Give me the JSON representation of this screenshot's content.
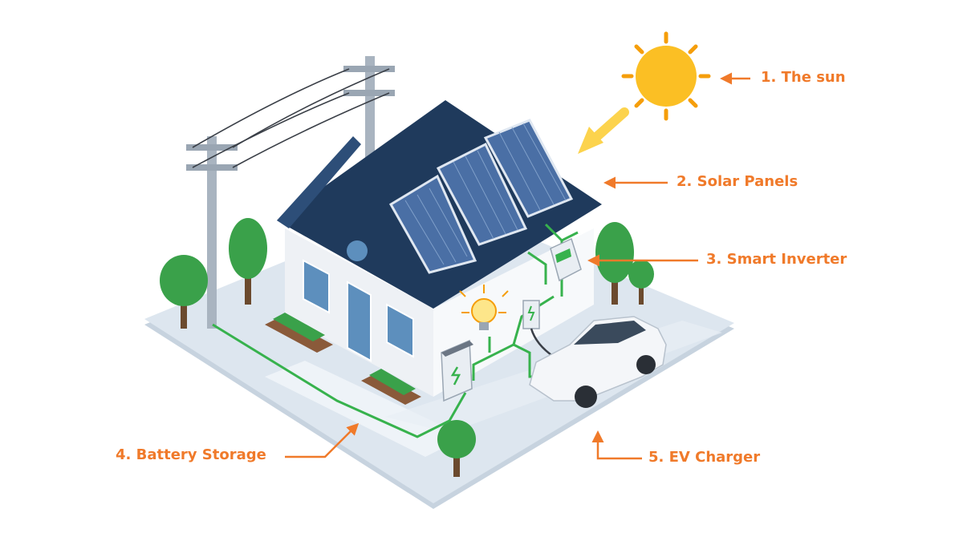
{
  "labels": {
    "sun": "1. The sun",
    "solar_panels": "2. Solar Panels",
    "smart_inverter": "3. Smart Inverter",
    "battery_storage": "4. Battery Storage",
    "ev_charger": "5. EV Charger"
  },
  "colors": {
    "callout": "#f07a2a",
    "wire": "#37b24d",
    "roof": "#1f3a5c",
    "panel": "#4a6fa5",
    "wall": "#f4f6f9",
    "ground": "#dbe4ee",
    "sun": "#fbbf24",
    "tree": "#3aa14a"
  },
  "icons": [
    "sun-icon",
    "solar-panel-icon",
    "inverter-icon",
    "battery-icon",
    "ev-charger-icon",
    "car-icon",
    "light-bulb-icon",
    "utility-pole-icon",
    "tree-icon"
  ]
}
